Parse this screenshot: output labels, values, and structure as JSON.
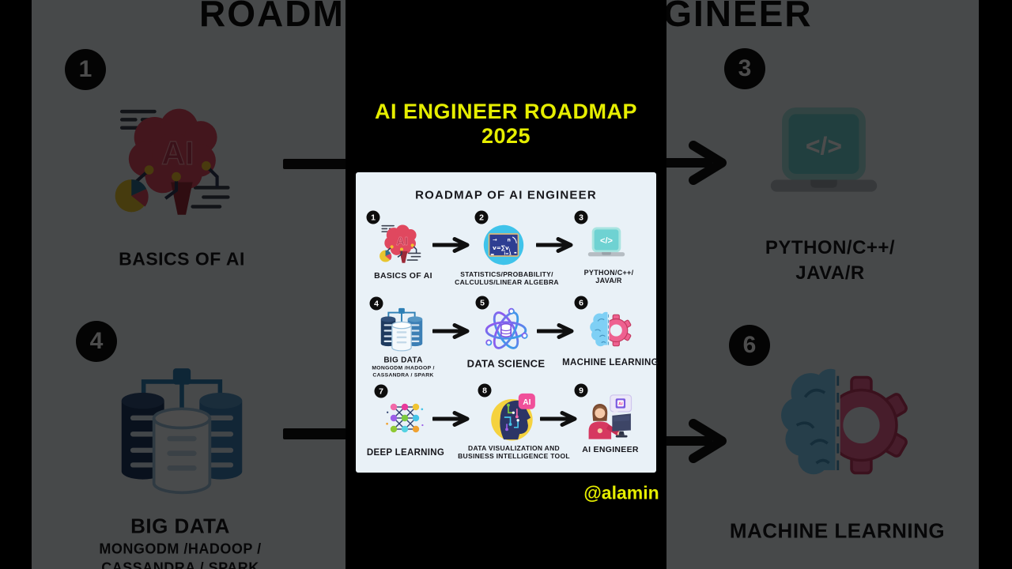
{
  "colors": {
    "accent_yellow": "#e6ee00",
    "card_background": "#e9f1f7",
    "badge_black": "#0d0d0d",
    "panel_gray": "#46494b"
  },
  "overlay": {
    "title_line1": "AI ENGINEER ROADMAP",
    "title_line2": "2025",
    "watermark": "@alamin"
  },
  "card": {
    "title": "ROADMAP OF AI ENGINEER",
    "steps": [
      {
        "num": "1",
        "label": "BASICS OF AI",
        "icon": "brain-ai-icon"
      },
      {
        "num": "2",
        "label": "STATISTICS/PROBABILITY/",
        "label2": "CALCULUS/LINEAR ALGEBRA",
        "icon": "math-chalkboard-icon"
      },
      {
        "num": "3",
        "label": "PYTHON/C++/",
        "label2": "JAVA/R",
        "icon": "code-laptop-icon"
      },
      {
        "num": "4",
        "label": "BIG DATA",
        "sub1": "MONGODM /HADOOP /",
        "sub2": "CASSANDRA / SPARK",
        "icon": "databases-icon"
      },
      {
        "num": "5",
        "label": "DATA SCIENCE",
        "icon": "atom-data-icon"
      },
      {
        "num": "6",
        "label": "MACHINE LEARNING",
        "icon": "brain-gear-icon"
      },
      {
        "num": "7",
        "label": "DEEP LEARNING",
        "icon": "neural-network-icon"
      },
      {
        "num": "8",
        "label": "DATA VISUALIZATION AND",
        "label2": "BUSINESS INTELLIGENCE TOOL",
        "icon": "ai-head-icon"
      },
      {
        "num": "9",
        "label": "AI ENGINEER",
        "icon": "engineer-at-desk-icon"
      }
    ]
  },
  "background_panels": {
    "left": {
      "visible_steps": [
        "1",
        "4"
      ]
    },
    "right": {
      "visible_steps": [
        "3",
        "6"
      ]
    }
  }
}
